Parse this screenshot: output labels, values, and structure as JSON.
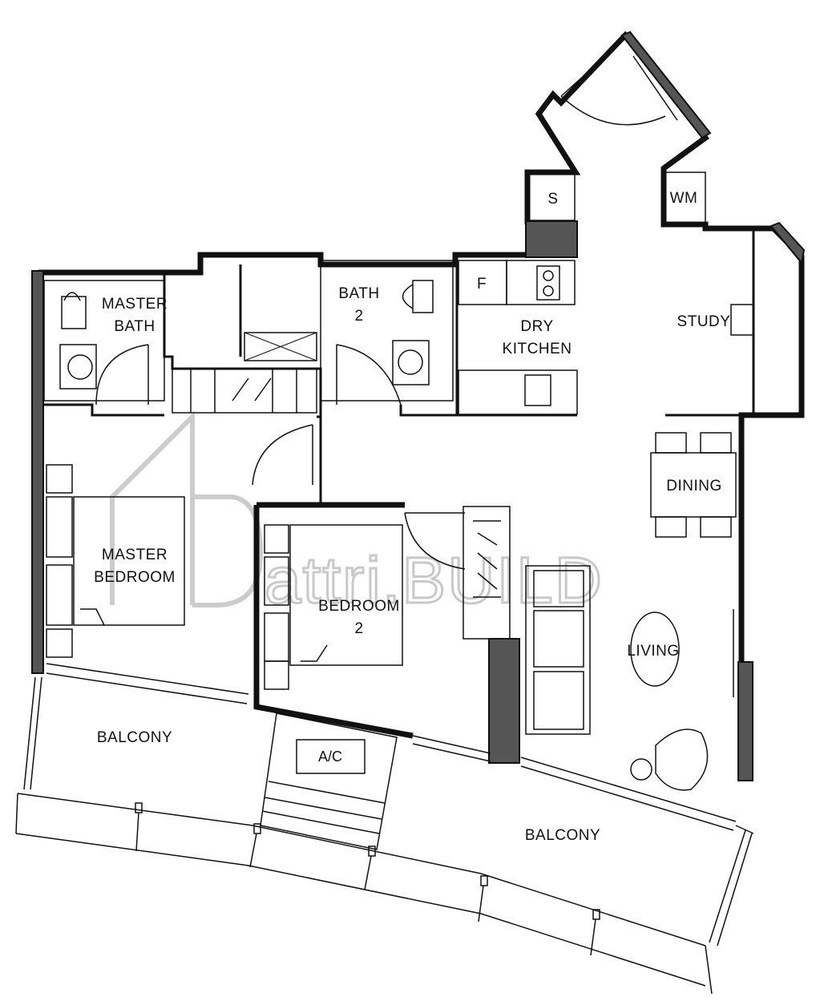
{
  "watermark": {
    "text": "attri.BUILD"
  },
  "rooms": {
    "master_bath": [
      "MASTER",
      "BATH"
    ],
    "bath_2": [
      "BATH",
      "2"
    ],
    "dry_kitchen": [
      "DRY",
      "KITCHEN"
    ],
    "study": "STUDY",
    "dining": "DINING",
    "master_bedroom": [
      "MASTER",
      "BEDROOM"
    ],
    "bedroom_2": [
      "BEDROOM",
      "2"
    ],
    "living": "LIVING",
    "balcony_left": "BALCONY",
    "balcony_right": "BALCONY",
    "ac": "A/C"
  },
  "fixtures": {
    "shower": "S",
    "washing_machine": "WM",
    "fridge": "F"
  },
  "colors": {
    "wall": "#111111",
    "structural_column": "#555555",
    "watermark": "#c9c9c9",
    "background": "#ffffff"
  }
}
